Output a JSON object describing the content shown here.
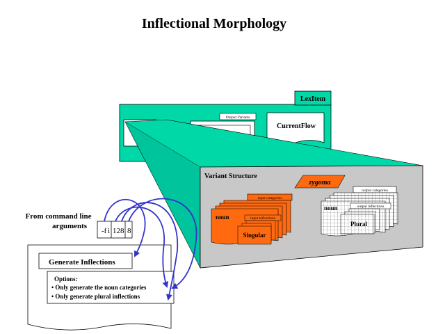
{
  "title": "Inflectional Morphology",
  "lexitem": {
    "label": "LexItem",
    "output_variants": "Output Variants",
    "current_flow": "CurrentFlow"
  },
  "variant_structure": {
    "label": "Variant Structure",
    "zygoma": "zygoma",
    "noun_group": {
      "input_categories": "input categories",
      "noun": "noun",
      "input_inflections": "input inflections",
      "singular": "Singular"
    },
    "plural_group": {
      "output_categories": "output categories",
      "noun": "noun",
      "output_inflections": "output inflections",
      "plural": "Plural"
    }
  },
  "command_line": {
    "label_line1": "From command line",
    "label_line2": "arguments",
    "args": [
      "-f",
      "i",
      "128",
      "8"
    ]
  },
  "generate": {
    "title": "Generate Inflections",
    "options_title": "Options:",
    "option1": "• Only generate the noun categories",
    "option2": "• Only generate plural inflections"
  },
  "colors": {
    "teal": "#00d8a8",
    "teal_dark": "#00c098",
    "orange": "#ff6a10",
    "gray_panel": "#c8c8c8",
    "arrow_blue": "#3333cc"
  }
}
